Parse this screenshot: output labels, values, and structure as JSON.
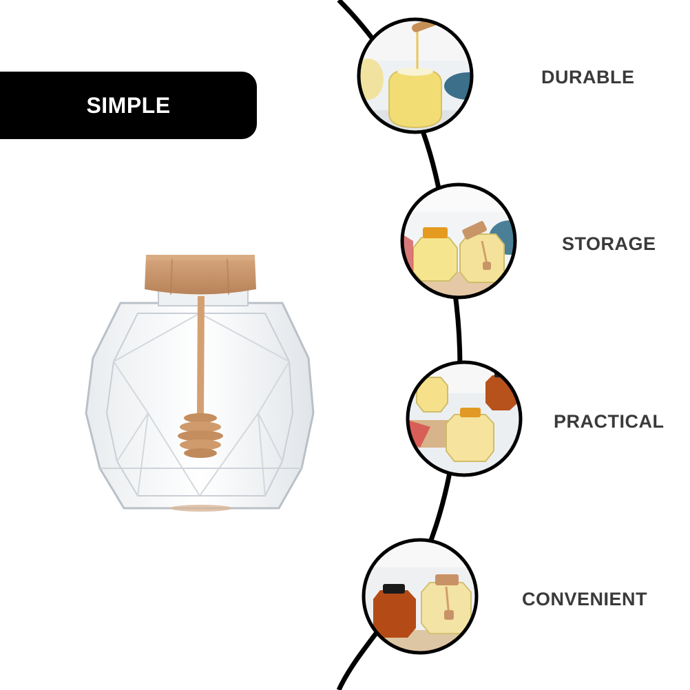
{
  "badge": {
    "label": "SIMPLE"
  },
  "features": [
    {
      "label": "DURABLE"
    },
    {
      "label": "STORAGE"
    },
    {
      "label": "PRACTICAL"
    },
    {
      "label": "CONVENIENT"
    }
  ],
  "colors": {
    "badge_bg": "#000000",
    "badge_text": "#ffffff",
    "feature_text": "#3a3a3a",
    "lid_wood": "#c99870",
    "honey": "#f3dc7a",
    "dark_honey": "#b8521c",
    "gold_lid": "#d98f1e",
    "timeline": "#000000"
  },
  "icons": {
    "hero": "hexagonal-glass-honey-jar-with-wooden-dipper",
    "thumb_1": "honey-pouring-into-jar-photo",
    "thumb_2": "two-honey-jars-photo",
    "thumb_3": "honey-jars-on-table-photo",
    "thumb_4": "dark-and-light-honey-jars-photo"
  }
}
